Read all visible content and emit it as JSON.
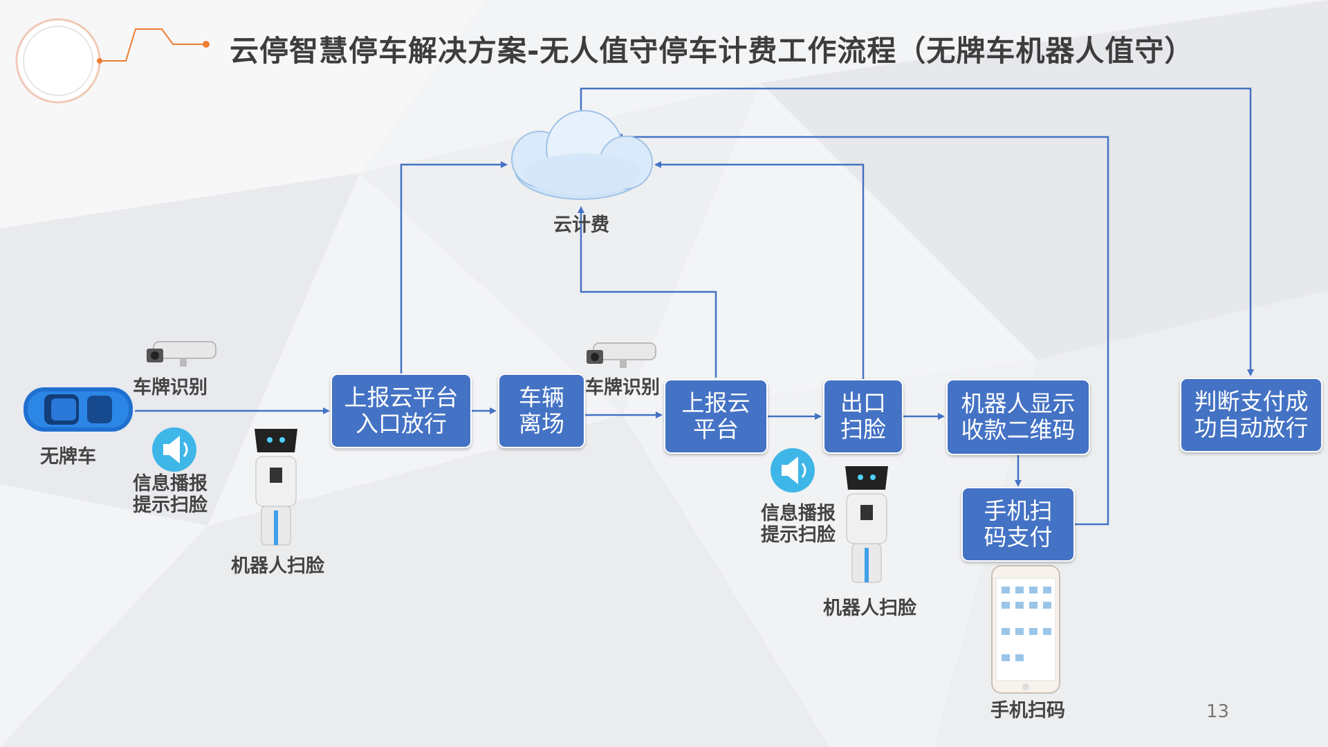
{
  "title": "云停智慧停车解决方案-无人值守停车计费工作流程（无牌车机器人值守）",
  "page_number": "13",
  "colors": {
    "box": "#4472c4",
    "arrow": "#4472c4",
    "accent": "#ed7d31",
    "text": "#444444"
  },
  "nodes": {
    "report_entry": "上报云平台\n入口放行",
    "vehicle_leave": "车辆\n离场",
    "report_platform": "上报云\n平台",
    "exit_scan": "出口\n扫脸",
    "robot_qr": "机器人显示\n收款二维码",
    "phone_pay": "手机扫\n码支付",
    "judge_pay": "判断支付成\n功自动放行"
  },
  "labels": {
    "cloud": "云计费",
    "plate_recog_1": "车牌识别",
    "plate_recog_2": "车牌识别",
    "car": "无牌车",
    "broadcast_1": "信息播报\n提示扫脸",
    "broadcast_2": "信息播报\n提示扫脸",
    "robot_scan_1": "机器人扫脸",
    "robot_scan_2": "机器人扫脸",
    "phone_scan": "手机扫码"
  },
  "icons": [
    "cloud-icon",
    "camera-icon",
    "car-icon",
    "speaker-icon",
    "robot-icon",
    "phone-icon"
  ]
}
